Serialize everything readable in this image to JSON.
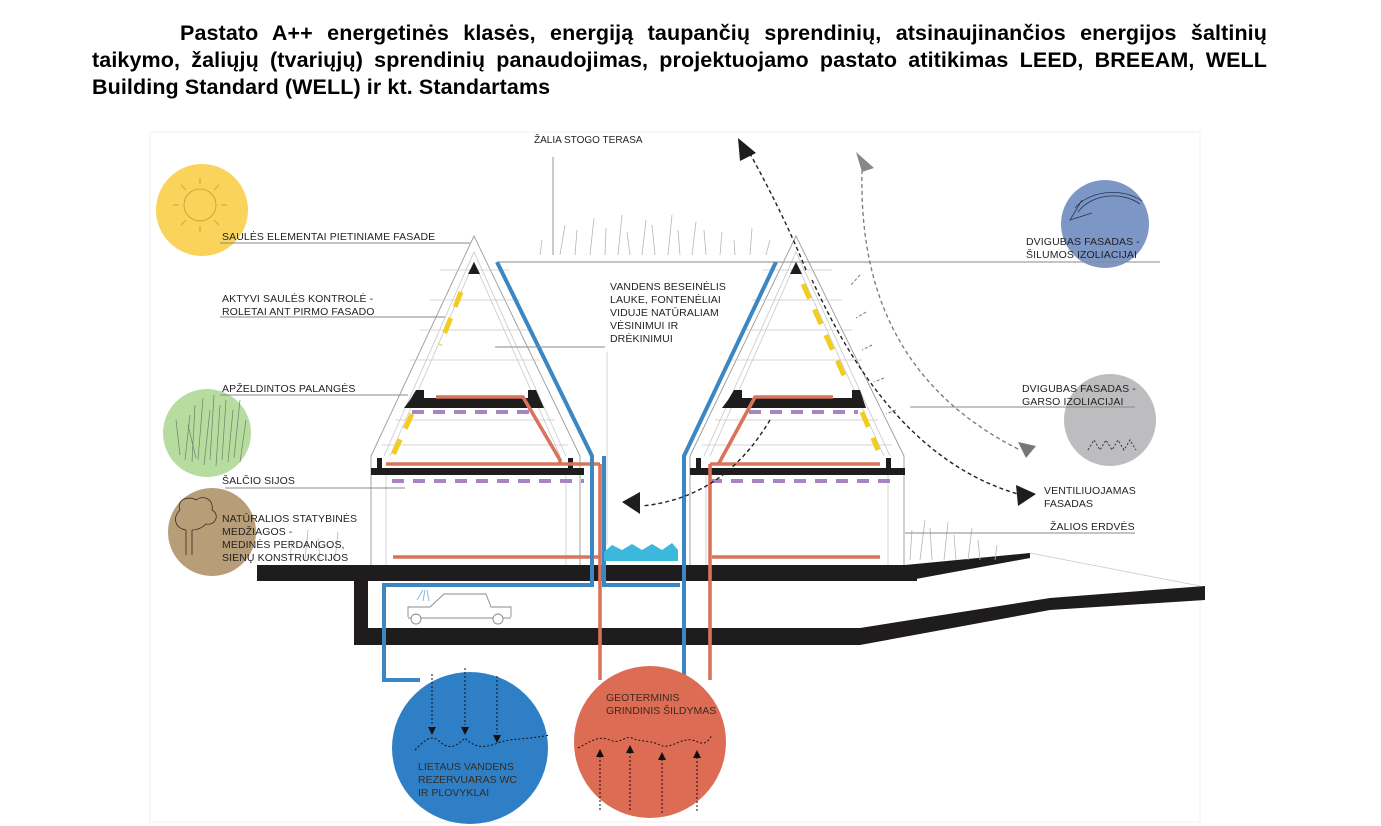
{
  "document": {
    "title": "Pastato A++ energetinės klasės, energiją taupančių sprendinių, atsinaujinančios energijos šaltinių taikymo, žaliųjų (tvariųjų) sprendinių panaudojimas, projektuojamo pastato atitikimas LEED, BREEAM, WELL Building Standard (WELL) ir kt. Standartams"
  },
  "diagram": {
    "labels": {
      "green_roof_terrace": "ŽALIA STOGO TERASA",
      "solar_elements": "SAULĖS ELEMENTAI PIETINIAME FASADE",
      "active_sun_control_1": "AKTYVI SAULĖS KONTROLĖ -",
      "active_sun_control_2": "ROLETAI ANT PIRMO FASADO",
      "green_sills": "APŽELDINTOS PALANGĖS",
      "cold_beams": "ŠALČIO SIJOS",
      "natural_materials_1": "NATŪRALIOS STATYBINĖS",
      "natural_materials_2": "MEDŽIAGOS  -",
      "natural_materials_3": "MEDINĖS PERDANGOS,",
      "natural_materials_4": "SIENŲ KONSTRUKCIJOS",
      "water_pool_1": "VANDENS BESEINĖLIS",
      "water_pool_2": "LAUKE, FONTENĖLIAI",
      "water_pool_3": "VIDUJE NATŪRALIAM",
      "water_pool_4": "VĖSINIMUI IR",
      "water_pool_5": "DRĖKINIMUI",
      "double_facade_thermal_1": "DVIGUBAS FASADAS -",
      "double_facade_thermal_2": "ŠILUMOS IZOLIACIJAI",
      "double_facade_sound_1": "DVIGUBAS FASADAS -",
      "double_facade_sound_2": "GARSO IZOLIACIJAI",
      "ventilated_facade_1": "VENTILIUOJAMAS",
      "ventilated_facade_2": "FASADAS",
      "green_spaces": "ŽALIOS ERDVĖS",
      "rainwater_1": "LIETAUS VANDENS",
      "rainwater_2": "REZERVUARAS WC",
      "rainwater_3": "IR PLOVYKLAI",
      "geothermal_1": "GEOTERMINIS",
      "geothermal_2": "GRINDINIS ŠILDYMAS"
    },
    "icons": {
      "sun": "sun-icon",
      "grass": "grass-icon",
      "tree": "tree-icon",
      "wind_arrow": "wind-arrow-icon",
      "sound_wave": "sound-wave-icon",
      "car": "car-icon",
      "water_wave": "water-wave-icon"
    },
    "colors": {
      "sun_circle": "#f9d35b",
      "green_circle": "#b6dca0",
      "wood_circle": "#b89e78",
      "blue_circle": "#7c96c6",
      "grey_circle": "#bdbcbe",
      "rainwater_circle": "#2f7fc6",
      "geothermal_circle": "#dd6c55",
      "water_pipe": "#3a87c4",
      "heating_pipe": "#d9735c",
      "solar_panel": "#f2cc1f",
      "cooling_beam": "#a784c2",
      "pool_water": "#3cb8dc",
      "slab": "#1e1c1d"
    }
  }
}
